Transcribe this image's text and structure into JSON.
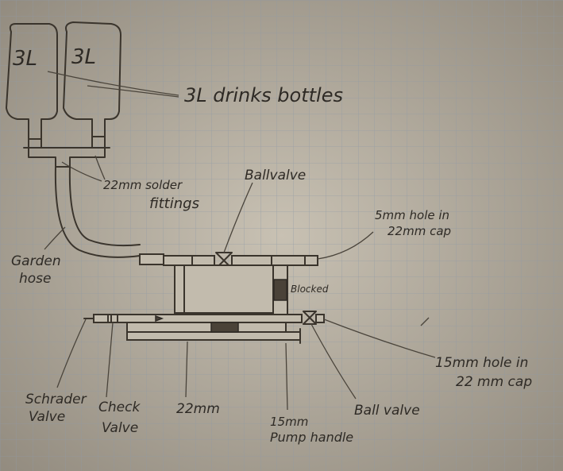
{
  "diagram": {
    "bottle_labels": [
      "3L",
      "3L"
    ],
    "bottles_label": "3L drinks bottles",
    "fittings_label_1": "22mm solder",
    "fittings_label_2": "fittings",
    "ballvalve_top_label": "Ballvalve",
    "cap_top_label_1": "5mm hole in",
    "cap_top_label_2": "22mm cap",
    "hose_label_1": "Garden",
    "hose_label_2": "hose",
    "blocked_label": "Blocked",
    "cap_bottom_label_1": "15mm hole in",
    "cap_bottom_label_2": "22 mm cap",
    "schrader_label_1": "Schrader",
    "schrader_label_2": "Valve",
    "check_label_1": "Check",
    "check_label_2": "Valve",
    "pipe22_label": "22mm",
    "pump_label_1": "15mm",
    "pump_label_2": "Pump handle",
    "ballvalve_bottom_label": "Ball valve"
  }
}
